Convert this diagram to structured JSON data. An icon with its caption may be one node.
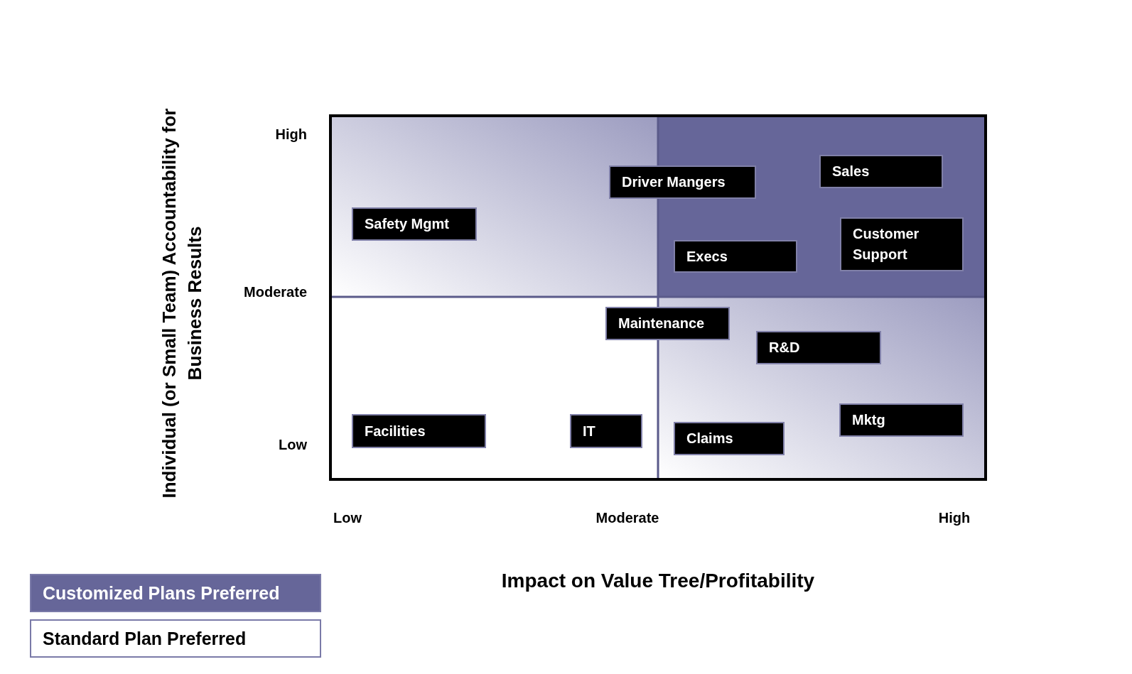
{
  "diagram": {
    "nodes": [
      {
        "text": [
          "Safety Mgmt"
        ]
      },
      {
        "text": [
          "Driver Mangers"
        ]
      },
      {
        "text": [
          "Sales"
        ]
      },
      {
        "text": [
          "Execs"
        ]
      },
      {
        "text": [
          "Customer Support"
        ]
      },
      {
        "text": [
          "Maintenance"
        ]
      },
      {
        "text": [
          "R&D"
        ]
      },
      {
        "text": [
          "Facilities"
        ]
      },
      {
        "text": [
          "IT"
        ]
      },
      {
        "text": [
          "Claims"
        ]
      },
      {
        "text": [
          "Mktg"
        ]
      }
    ],
    "edges": [],
    "labels": [
      "Individual (or Small Team) Accountability for Business Results",
      "High",
      "Moderate",
      "Low",
      "Low",
      "Moderate",
      "High",
      "Impact on Value Tree/Profitability"
    ],
    "legend": [
      {
        "text": "Customized Plans Preferred",
        "color": "#666699"
      },
      {
        "text": "Standard Plan Preferred",
        "color": "#ffffff"
      }
    ]
  }
}
